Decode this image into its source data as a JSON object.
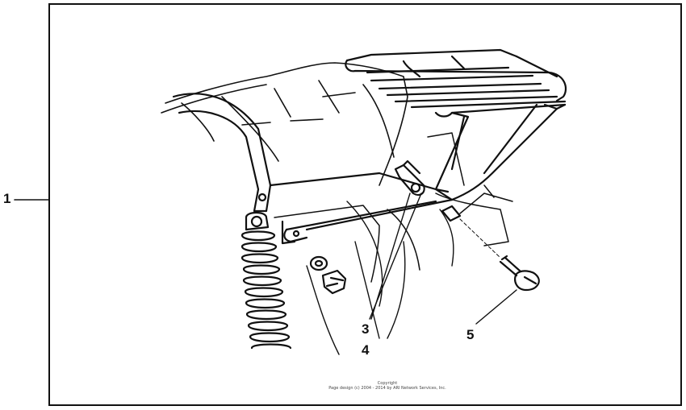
{
  "callouts": {
    "c1": "1",
    "c3": "3",
    "c4": "4",
    "c5": "5"
  },
  "copyright": {
    "line1": "Copyright",
    "line2": "Page design (c) 2004 - 2014 by ARI Network Services, Inc."
  }
}
